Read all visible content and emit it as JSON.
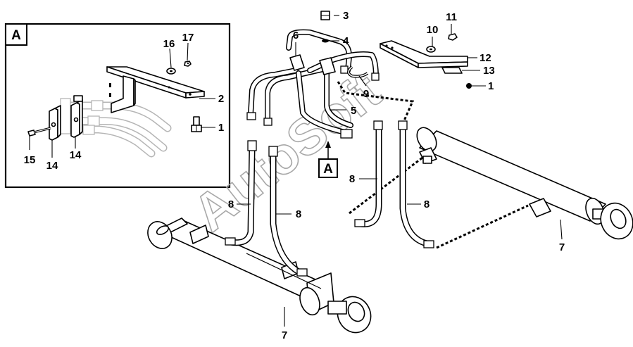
{
  "watermark": "AutoSoft",
  "detail_view": {
    "letter": "A",
    "callouts": [
      "16",
      "17",
      "2",
      "1",
      "15",
      "14",
      "14"
    ]
  },
  "main_view": {
    "detail_marker": "A",
    "callouts": [
      "3",
      "4",
      "6",
      "11",
      "10",
      "12",
      "13",
      "1",
      "9",
      "5",
      "8",
      "8",
      "8",
      "8",
      "7",
      "7"
    ]
  }
}
